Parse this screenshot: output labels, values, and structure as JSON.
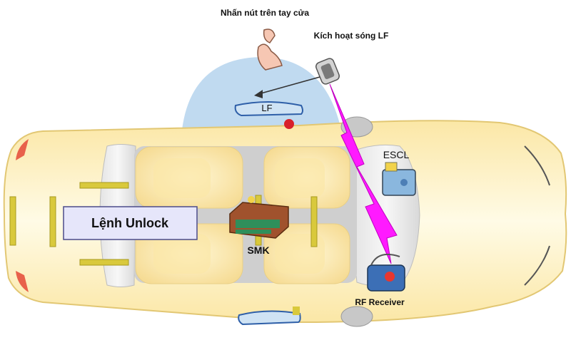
{
  "labels": {
    "press_handle": "Nhấn nút trên tay cửa",
    "activate_lf": "Kích hoạt sóng LF",
    "lf": "LF",
    "escl": "ESCL",
    "smk": "SMK",
    "rf_receiver": "RF Receiver",
    "unlock_command": "Lệnh Unlock"
  },
  "colors": {
    "car_body": "#fdf0b8",
    "lf_field": "#b9d6ee",
    "rf_signal": "#ff1aff",
    "command_box": "#e6e6fa",
    "smk_unit": "#a0522d",
    "mounting_bars": "#d9c93c"
  }
}
